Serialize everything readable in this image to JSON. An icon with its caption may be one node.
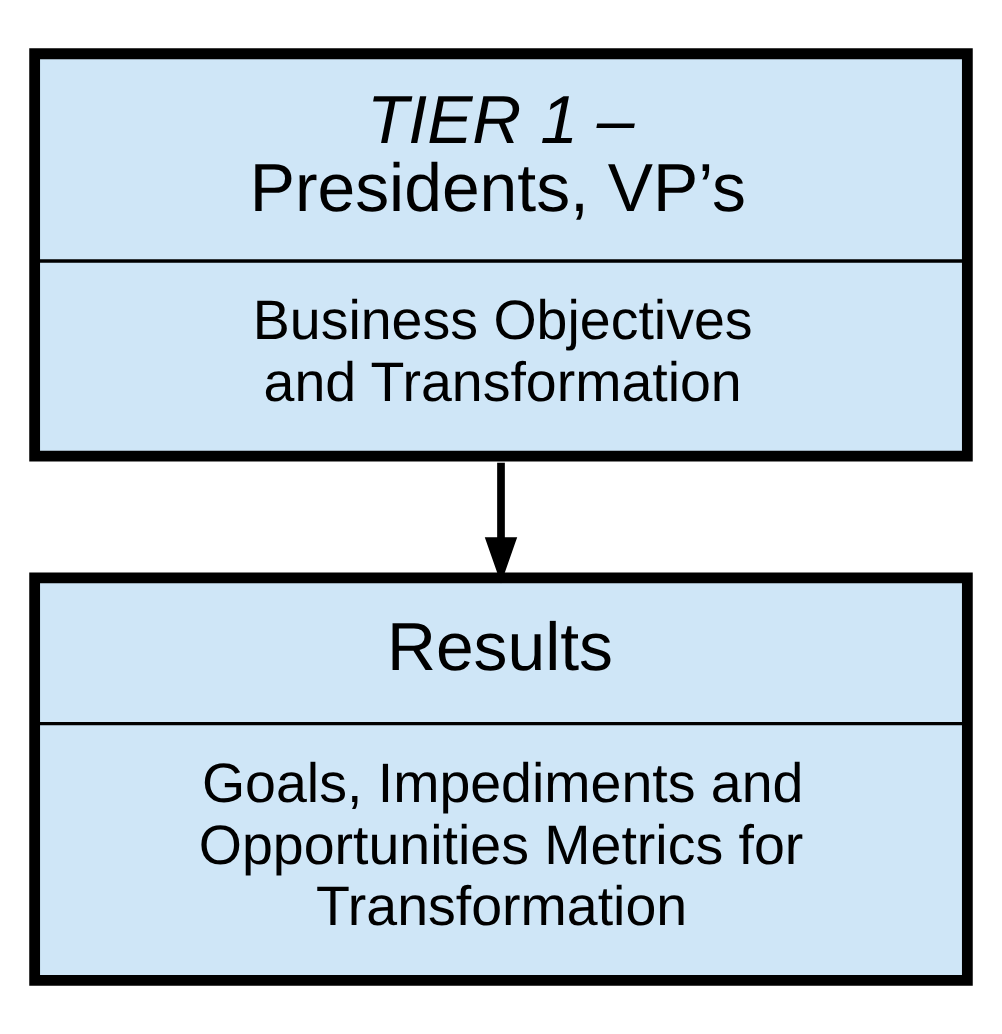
{
  "diagram": {
    "nodes": [
      {
        "text": [
          "*TIER 1 –* Presidents, VP’s",
          "Business Objectives and Transformation"
        ]
      },
      {
        "text": [
          "Results",
          "Goals, Impediments and Opportunities Metrics for Transformation"
        ]
      }
    ],
    "edges": [
      {
        "from": 0,
        "to": 1,
        "arrow": "to"
      }
    ]
  }
}
